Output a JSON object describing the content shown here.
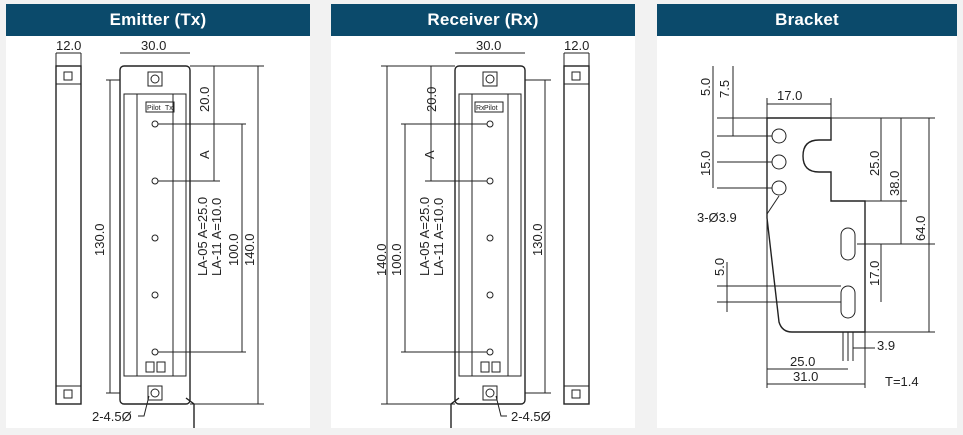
{
  "panels": {
    "emitter": {
      "title": "Emitter (Tx)"
    },
    "receiver": {
      "title": "Receiver (Rx)"
    },
    "bracket": {
      "title": "Bracket"
    }
  },
  "emitter": {
    "dim_width_side": "12.0",
    "dim_width_front": "30.0",
    "dim_length": "130.0",
    "dim_20": "20.0",
    "dim_A": "A",
    "label_la05": "LA-05  A=25.0",
    "label_la11": "LA-11  A=10.0",
    "dim_100": "100.0",
    "dim_140": "140.0",
    "hole_label": "2-4.5Ø",
    "badge": "Pilot",
    "badge_tag": "Tx"
  },
  "receiver": {
    "dim_width_front": "30.0",
    "dim_width_side": "12.0",
    "dim_20": "20.0",
    "dim_A": "A",
    "dim_140": "140.0",
    "dim_100": "100.0",
    "label_la05": "LA-05  A=25.0",
    "label_la11": "LA-11  A=10.0",
    "dim_length": "130.0",
    "hole_label": "2-4.5Ø",
    "badge": "Pilot",
    "badge_tag": "Rx"
  },
  "bracket": {
    "dim_5_0": "5.0",
    "dim_7_5": "7.5",
    "dim_17_0_top": "17.0",
    "dim_15_0": "15.0",
    "dim_25_0_right": "25.0",
    "dim_38_0": "38.0",
    "dim_64_0": "64.0",
    "hole_label": "3-Ø3.9",
    "dim_5_0_slot": "5.0",
    "dim_17_0_right": "17.0",
    "dim_3_9": "3.9",
    "dim_25_0_bottom": "25.0",
    "dim_31_0": "31.0",
    "thickness": "T=1.4"
  }
}
